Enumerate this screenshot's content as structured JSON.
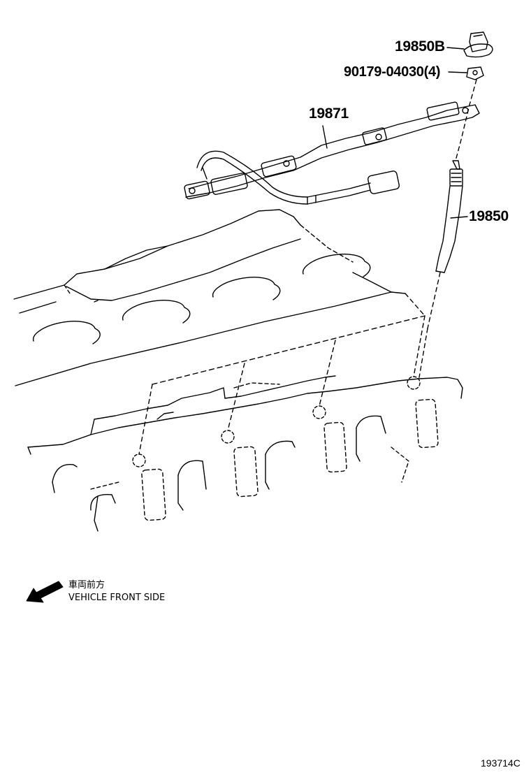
{
  "parts": {
    "nut_cap": "19850B",
    "nut": "90179-04030(4)",
    "wire_harness": "19871",
    "glow_plug": "19850"
  },
  "direction": {
    "label_jp": "車両前方",
    "label_en": "VEHICLE FRONT SIDE"
  },
  "figure_number": "193714C"
}
